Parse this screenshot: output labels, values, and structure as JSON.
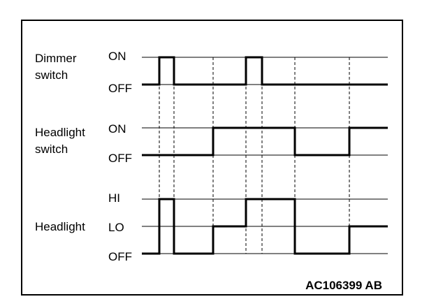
{
  "signals": [
    {
      "name_lines": [
        "Dimmer",
        "switch"
      ],
      "levels": [
        "ON",
        "OFF"
      ],
      "sequence": [
        "OFF",
        "ON",
        "OFF",
        "OFF",
        "ON",
        "OFF",
        "OFF",
        "OFF"
      ]
    },
    {
      "name_lines": [
        "Headlight",
        "switch"
      ],
      "levels": [
        "ON",
        "OFF"
      ],
      "sequence": [
        "OFF",
        "OFF",
        "OFF",
        "ON",
        "ON",
        "ON",
        "OFF",
        "ON"
      ]
    },
    {
      "name_lines": [
        "Headlight"
      ],
      "levels": [
        "HI",
        "LO",
        "OFF"
      ],
      "sequence": [
        "OFF",
        "HI",
        "OFF",
        "LO",
        "HI",
        "HI",
        "OFF",
        "LO"
      ]
    }
  ],
  "figure_code": "AC106399 AB"
}
